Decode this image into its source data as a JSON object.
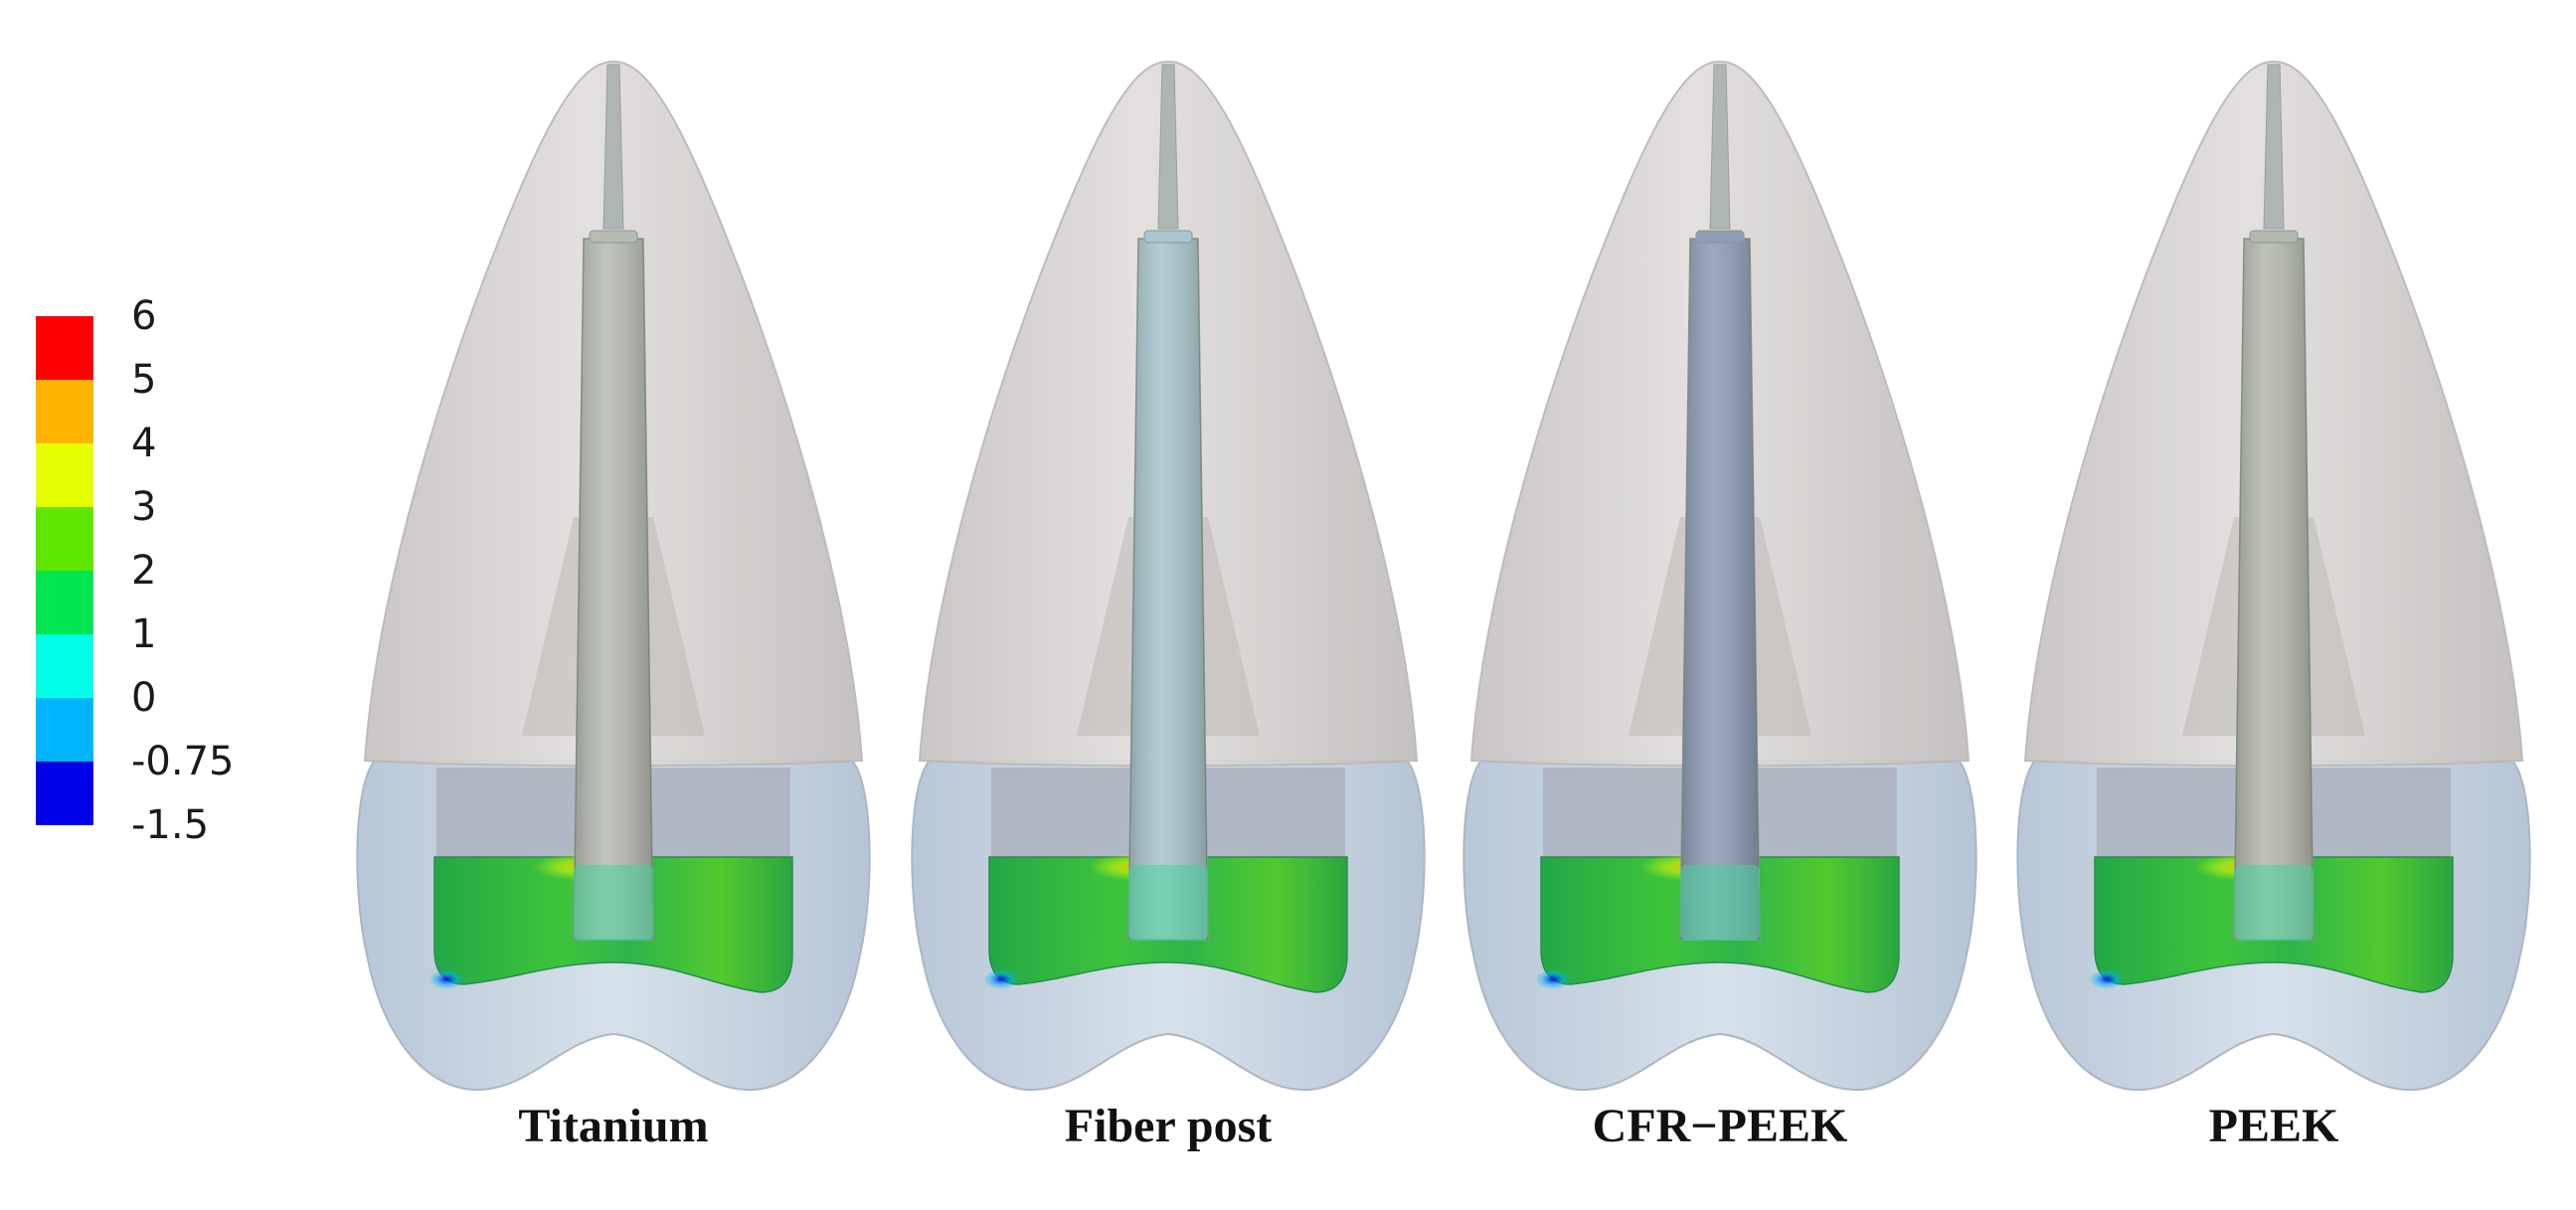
{
  "legend": {
    "ticks": [
      "6",
      "5",
      "4",
      "3",
      "2",
      "1",
      "0",
      "-0.75",
      "-1.5"
    ],
    "colors": [
      "#ff0000",
      "#ffb400",
      "#e6ff00",
      "#5fe600",
      "#00e650",
      "#00ffe6",
      "#00b4ff",
      "#0000e6"
    ]
  },
  "models": [
    {
      "label": "Titanium",
      "post_color": "#b7bcb3"
    },
    {
      "label": "Fiber post",
      "post_color": "#a9c6cc"
    },
    {
      "label": "CFR−PEEK",
      "post_color": "#8e9db5"
    },
    {
      "label": "PEEK",
      "post_color": "#b4b9ad"
    }
  ],
  "colors": {
    "crown": "#d6d3d2",
    "root": "#c9d6e2",
    "dentin_band": "#aab2be",
    "stress_field": "#3dbb3a",
    "stress_field_dark": "#2a9f3a"
  }
}
